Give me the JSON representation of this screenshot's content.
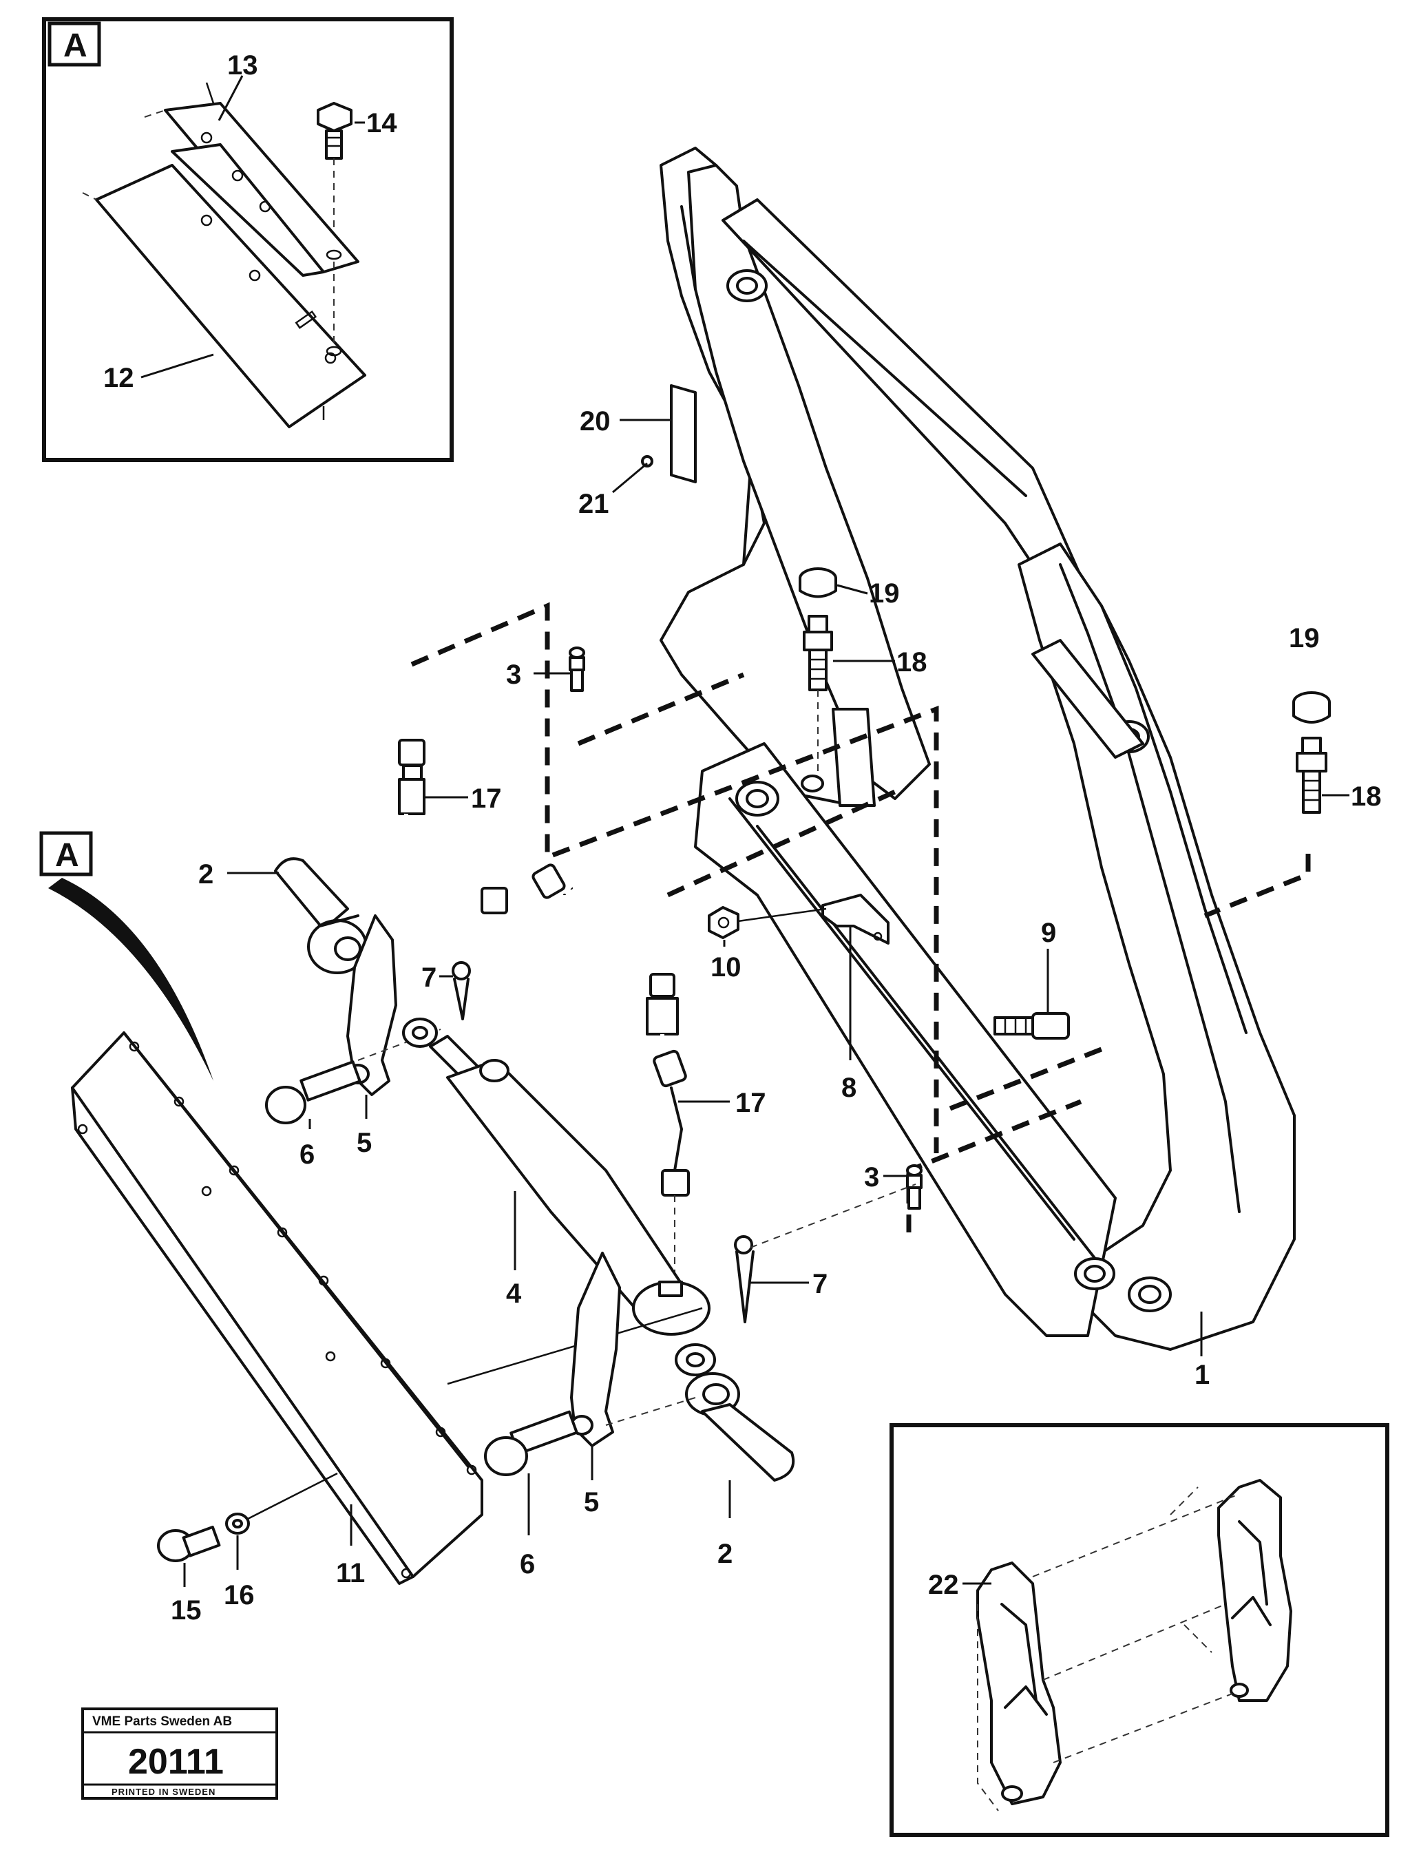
{
  "inset_detail": {
    "label": "A",
    "callouts": [
      "13",
      "14",
      "12"
    ]
  },
  "detail_pointer": {
    "label": "A"
  },
  "callouts": {
    "frame": "1",
    "pin_right": "2",
    "pin_left": "2",
    "nipple_upper": "3",
    "nipple_lower": "3",
    "cylinder": "4",
    "lever_left": "5",
    "lever_right": "5",
    "bolt_pin_left": "6",
    "bolt_pin_right": "6",
    "cotter_left": "7",
    "cotter_right": "7",
    "clip": "8",
    "screw": "9",
    "nut": "10",
    "blade": "11",
    "bolt": "15",
    "washer": "16",
    "hose_upper": "17",
    "hose_lower": "17",
    "fitting_center": "18",
    "fitting_right": "18",
    "cap_center": "19",
    "cap_right": "19",
    "plate": "20",
    "grease_nipple": "21",
    "attachment_bracket": "22"
  },
  "stamp": {
    "company": "VME Parts Sweden AB",
    "number": "20111",
    "printed": "PRINTED IN SWEDEN"
  }
}
